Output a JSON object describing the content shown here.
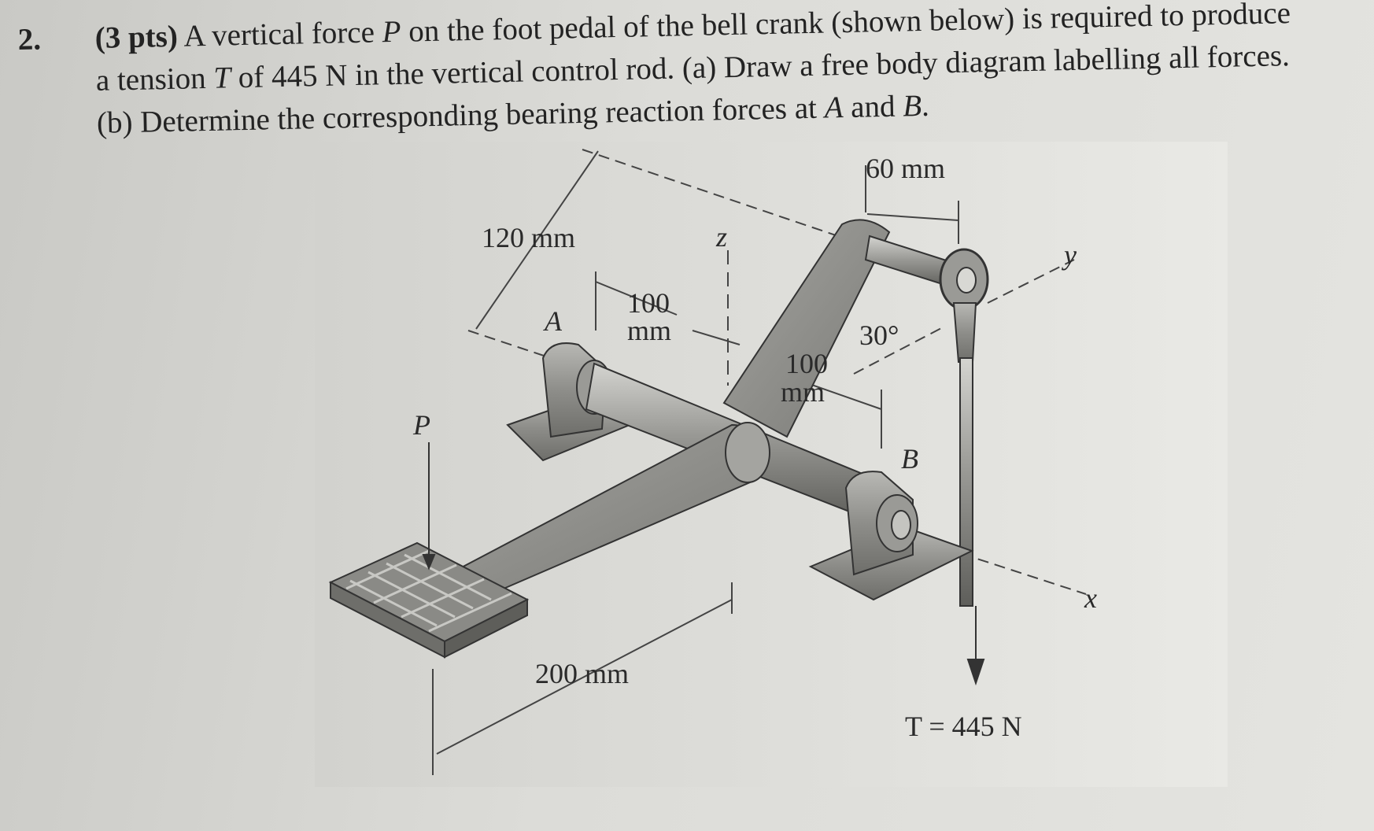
{
  "question": {
    "number": "2.",
    "points": "(3 pts)",
    "text_1": " A vertical force ",
    "var_P": "P",
    "text_2": " on the foot pedal of the bell crank (shown below) is required to produce a tension ",
    "var_T": "T",
    "text_3": " of 445 N in the vertical control rod. (a) Draw a free body diagram labelling all forces. (b) Determine the corresponding bearing reaction forces at ",
    "var_A": "A",
    "text_4": " and ",
    "var_B": "B",
    "text_5": "."
  },
  "figure": {
    "dim_60": "60 mm",
    "dim_120": "120 mm",
    "dim_100_top_1": "100",
    "dim_100_top_2": "mm",
    "dim_100_mid_1": "100",
    "dim_100_mid_2": "mm",
    "dim_200": "200 mm",
    "angle": "30°",
    "axis_z": "z",
    "axis_y": "y",
    "axis_x": "x",
    "label_A": "A",
    "label_B": "B",
    "label_P": "P",
    "tension": "T = 445 N"
  }
}
